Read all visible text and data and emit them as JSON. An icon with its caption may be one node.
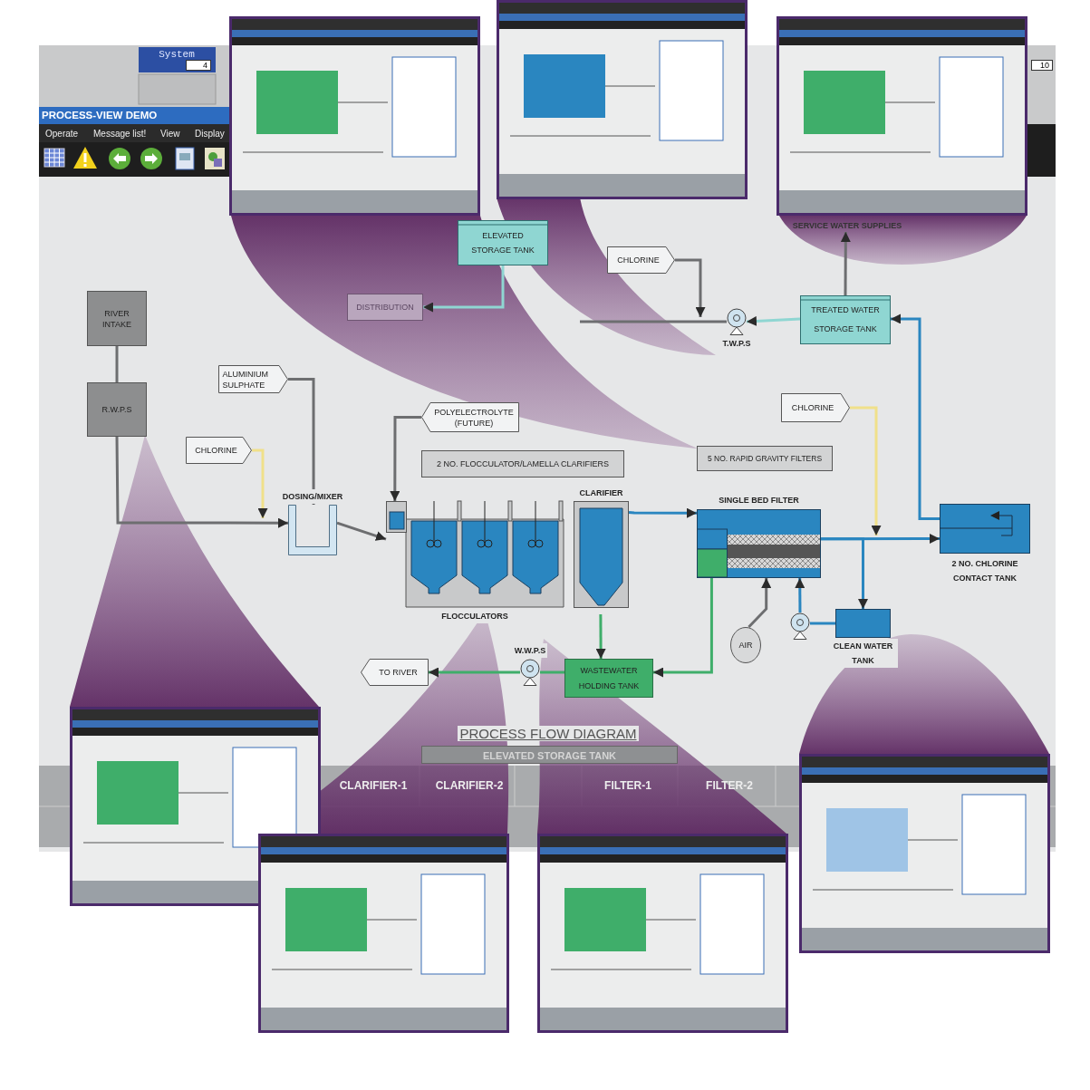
{
  "diagram": {
    "title": "PROCESS FLOW DIAGRAM",
    "nodes": [
      {
        "text": [
          "RIVER INTAKE"
        ]
      },
      {
        "text": [
          "R.W.P.S"
        ]
      },
      {
        "text": [
          "ALUMINIUM SULPHATE"
        ]
      },
      {
        "text": [
          "CHLORINE"
        ]
      },
      {
        "text": [
          "POLYELECTROLYTE (FUTURE)"
        ]
      },
      {
        "text": [
          "2 NO. FLOCCULATOR/LAMELLA CLARIFIERS"
        ]
      },
      {
        "text": [
          "5 NO. RAPID GRAVITY FILTERS"
        ]
      },
      {
        "text": [
          "DOSING/MIXER"
        ]
      },
      {
        "text": [
          "FLOCCULATORS"
        ]
      },
      {
        "text": [
          "CLARIFIER"
        ]
      },
      {
        "text": [
          "SINGLE BED FILTER"
        ]
      },
      {
        "text": [
          "AIR"
        ]
      },
      {
        "text": [],
        "shape": "pump"
      },
      {
        "text": [
          "CLEAN WATER TANK"
        ]
      },
      {
        "text": [
          "2 NO. CHLORINE CONTACT TANK"
        ]
      },
      {
        "text": [
          "CHLORINE"
        ]
      },
      {
        "text": [
          "TREATED WATER STORAGE TANK"
        ]
      },
      {
        "text": [
          "T.W.P.S"
        ]
      },
      {
        "text": [
          "CHLORINE"
        ]
      },
      {
        "text": [
          "DISTRIBUTION"
        ]
      },
      {
        "text": [
          "ELEVATED STORAGE TANK"
        ]
      },
      {
        "text": [
          "SERVICE WATER SUPPLIES"
        ]
      },
      {
        "text": [
          "WASTEWATER HOLDING TANK"
        ]
      },
      {
        "text": [
          "W.W.P.S"
        ]
      },
      {
        "text": [
          "TO RIVER"
        ]
      }
    ],
    "edges": [
      {
        "from": 0,
        "to": 1,
        "arrow": "none"
      },
      {
        "from": 1,
        "to": 7,
        "arrow": "to"
      },
      {
        "from": 7,
        "to": 8,
        "arrow": "to"
      },
      {
        "from": 3,
        "to": 7,
        "arrow": "to",
        "color": "#f0e08a"
      },
      {
        "from": 2,
        "to": 7,
        "arrow": "to"
      },
      {
        "from": 4,
        "to": 8,
        "arrow": "to"
      },
      {
        "from": 9,
        "to": 10,
        "arrow": "to",
        "color": "#2a86c0"
      },
      {
        "from": 10,
        "to": 14,
        "arrow": "to",
        "color": "#2a86c0"
      },
      {
        "from": 10,
        "to": 13,
        "arrow": "to",
        "color": "#2a86c0"
      },
      {
        "from": 15,
        "to": null,
        "arrow": "to",
        "color": "#f0e08a"
      },
      {
        "from": 13,
        "to": 12,
        "arrow": "none",
        "color": "#2a86c0"
      },
      {
        "from": 12,
        "to": 10,
        "arrow": "to",
        "color": "#2a86c0"
      },
      {
        "from": 11,
        "to": 10,
        "arrow": "to"
      },
      {
        "from": 14,
        "to": 16,
        "arrow": "to",
        "color": "#2a86c0"
      },
      {
        "from": 16,
        "to": 17,
        "arrow": "to",
        "color": "#8fd6d2"
      },
      {
        "from": 16,
        "to": 21,
        "arrow": "to"
      },
      {
        "from": 17,
        "to": null,
        "arrow": "none"
      },
      {
        "from": 18,
        "to": 17,
        "arrow": "to"
      },
      {
        "from": 20,
        "to": 19,
        "arrow": "to",
        "color": "#8fd6d2"
      },
      {
        "from": 9,
        "to": 22,
        "arrow": "to",
        "color": "#3fae6a"
      },
      {
        "from": 10,
        "to": 22,
        "arrow": "to",
        "color": "#3fae6a"
      },
      {
        "from": 22,
        "to": 23,
        "arrow": "none",
        "color": "#3fae6a"
      },
      {
        "from": 23,
        "to": 24,
        "arrow": "to",
        "color": "#3fae6a"
      }
    ],
    "labels": [
      "System",
      "4",
      "10",
      "PROCESS-VIEW DEMO",
      "Operate",
      "Message list!",
      "View",
      "Display",
      "ELEVATED STORAGE TANK",
      "CLARIFIER-1",
      "CLARIFIER-2",
      "FILTER-1",
      "FILTER-2"
    ]
  }
}
